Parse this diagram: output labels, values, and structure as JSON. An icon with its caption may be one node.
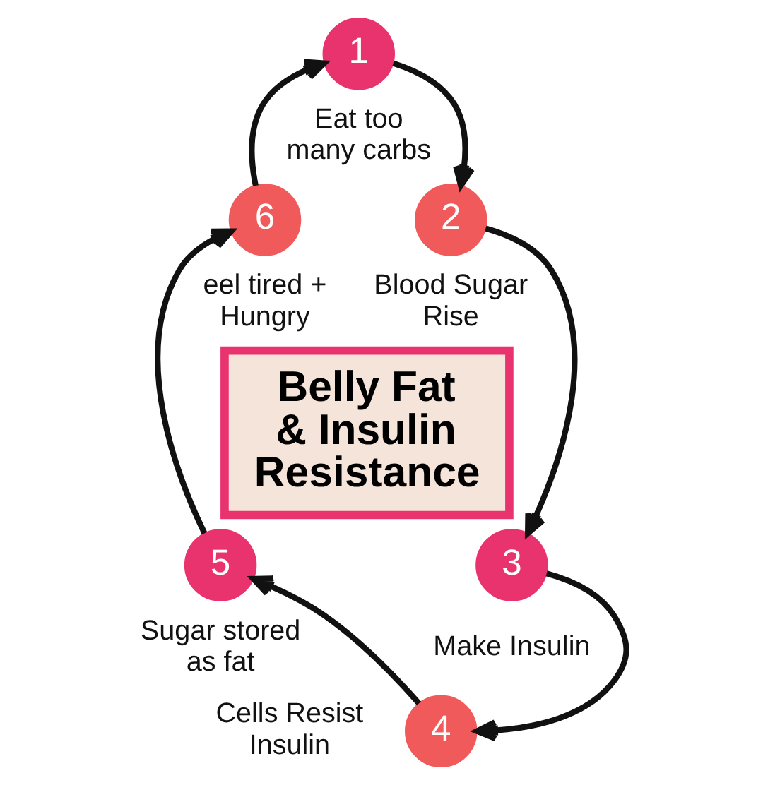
{
  "diagram": {
    "nodes": [
      {
        "text": [
          "1"
        ],
        "beside": [
          "Eat too many carbs"
        ]
      },
      {
        "text": [
          "2"
        ],
        "beside": [
          "Blood Sugar Rise"
        ]
      },
      {
        "text": [
          "3"
        ],
        "beside": [
          "Make Insulin"
        ]
      },
      {
        "text": [
          "4"
        ],
        "beside": [
          "Cells Resist Insulin"
        ]
      },
      {
        "text": [
          "5"
        ],
        "beside": [
          "Sugar stored as fat"
        ]
      },
      {
        "text": [
          "6"
        ],
        "beside": [
          "eel tired + Hungry"
        ]
      },
      {
        "text": [
          "Belly Fat & Insulin Resistance"
        ]
      }
    ],
    "edges": [
      {
        "from": 0,
        "to": 1,
        "arrow": "to"
      },
      {
        "from": 1,
        "to": 2,
        "arrow": "to"
      },
      {
        "from": 2,
        "to": 3,
        "arrow": "to"
      },
      {
        "from": 3,
        "to": 4,
        "arrow": "to"
      },
      {
        "from": 4,
        "to": 5,
        "arrow": "to"
      },
      {
        "from": 5,
        "to": 0,
        "arrow": "to"
      }
    ]
  }
}
